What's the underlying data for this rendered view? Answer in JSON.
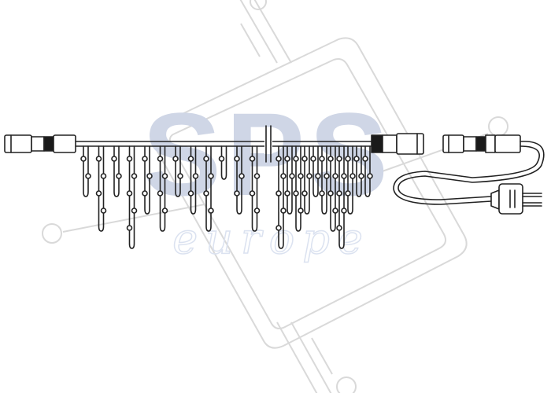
{
  "watermark": {
    "brand": "SPS",
    "sub": "europe",
    "color": "#cfd6e6",
    "sub_color": "#dbe2f0",
    "stamp_color": "#d9d9d9"
  },
  "diagram": {
    "stroke_color": "#222222",
    "fill_color": "#ffffff",
    "connector_dark": "#1a1a1a",
    "icicle_lengths": [
      2,
      4,
      2,
      5,
      3,
      4,
      2,
      3,
      4,
      1,
      3,
      4,
      5,
      3,
      4,
      3,
      2,
      3,
      4,
      5,
      3,
      2,
      2
    ]
  }
}
